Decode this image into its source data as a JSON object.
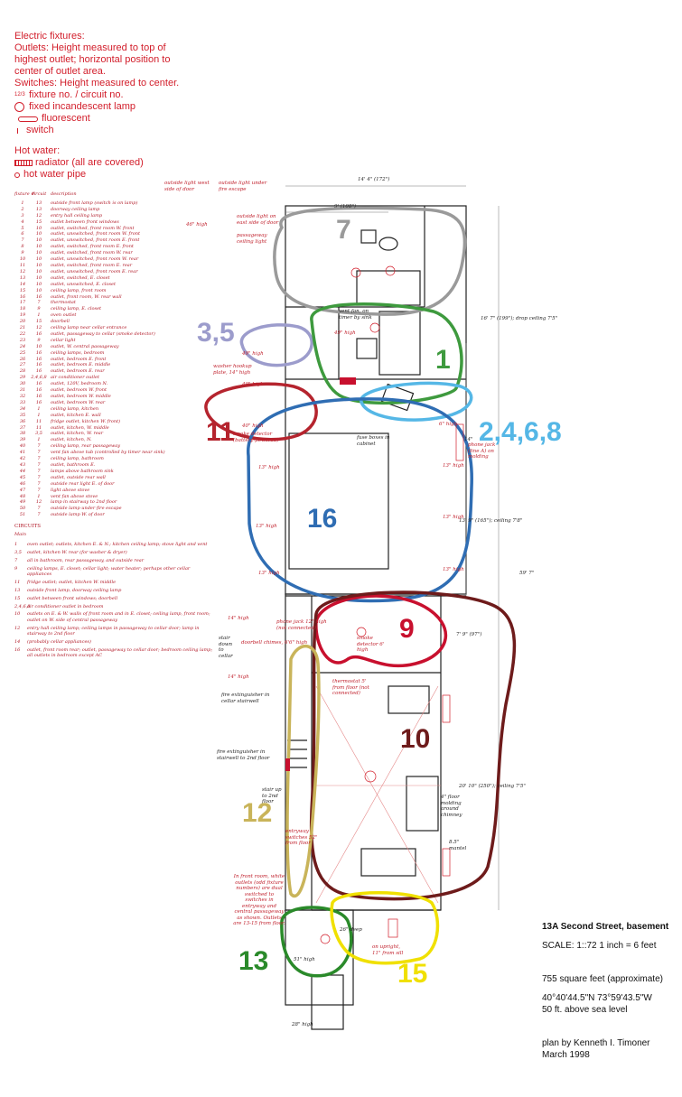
{
  "legend": {
    "electric_title": "Electric fixtures:",
    "outlets_text": [
      "Outlets: Height measured to top of",
      "highest outlet; horizontal position to",
      "center of outlet area."
    ],
    "switches_text": "Switches: Height measured to center.",
    "fixture_symbol_label": "fixture no. / circuit no.",
    "incandescent_label": "fixed incandescent lamp",
    "fluorescent_label": "fluorescent",
    "switch_label": "switch",
    "hot_water_title": "Hot water:",
    "radiator_label": "radiator (all are covered)",
    "hot_water_pipe_label": "hot water pipe",
    "colors": {
      "legend_red": "#d21d2a"
    }
  },
  "fixture_table": {
    "headers": [
      "fixture #",
      "circuit",
      "description"
    ],
    "rows": [
      [
        "1",
        "13",
        "outside front lamp (switch is on lamp)"
      ],
      [
        "2",
        "13",
        "doorway ceiling lamp"
      ],
      [
        "3",
        "12",
        "entry hall ceiling lamp"
      ],
      [
        "4",
        "15",
        "outlet between front windows"
      ],
      [
        "5",
        "10",
        "outlet, switched, front room W. front"
      ],
      [
        "6",
        "10",
        "outlet, unswitched, front room W. front"
      ],
      [
        "7",
        "10",
        "outlet, unswitched, front room E. front"
      ],
      [
        "8",
        "10",
        "outlet, switched, front room E. front"
      ],
      [
        "9",
        "10",
        "outlet, switched, front room W. rear"
      ],
      [
        "10",
        "10",
        "outlet, unswitched, front room W. rear"
      ],
      [
        "11",
        "10",
        "outlet, switched, front room E. rear"
      ],
      [
        "12",
        "10",
        "outlet, unswitched, front room E. rear"
      ],
      [
        "13",
        "10",
        "outlet, switched, E. closet"
      ],
      [
        "14",
        "10",
        "outlet, unswitched, E. closet"
      ],
      [
        "15",
        "10",
        "ceiling lamp, front room"
      ],
      [
        "16",
        "16",
        "outlet, front room, W. rear wall"
      ],
      [
        "17",
        "7",
        "thermostat"
      ],
      [
        "18",
        "9",
        "ceiling lamp, E. closet"
      ],
      [
        "19",
        "1",
        "oven outlet"
      ],
      [
        "20",
        "15",
        "doorbell"
      ],
      [
        "21",
        "12",
        "ceiling lamp near cellar entrance"
      ],
      [
        "22",
        "16",
        "outlet, passageway to cellar (smoke detector)"
      ],
      [
        "23",
        "9",
        "cellar light"
      ],
      [
        "24",
        "10",
        "outlet, W. central passageway"
      ],
      [
        "25",
        "16",
        "ceiling lamps, bedroom"
      ],
      [
        "26",
        "16",
        "outlet, bedroom E. front"
      ],
      [
        "27",
        "16",
        "outlet, bedroom E. middle"
      ],
      [
        "28",
        "16",
        "outlet, bedroom E. rear"
      ],
      [
        "29",
        "2,4,6,8",
        "air conditioner outlet"
      ],
      [
        "30",
        "16",
        "outlet, 120V, bedroom N."
      ],
      [
        "31",
        "16",
        "outlet, bedroom W. front"
      ],
      [
        "32",
        "16",
        "outlet, bedroom W. middle"
      ],
      [
        "33",
        "16",
        "outlet, bedroom W. rear"
      ],
      [
        "34",
        "1",
        "ceiling lamp, kitchen"
      ],
      [
        "35",
        "1",
        "outlet, kitchen E. wall"
      ],
      [
        "36",
        "11",
        "fridge outlet, kitchen W. front)"
      ],
      [
        "37",
        "11",
        "outlet, kitchen, W. middle"
      ],
      [
        "38",
        "3,5",
        "outlet, kitchen, W. rear"
      ],
      [
        "39",
        "1",
        "outlet, kitchen, N."
      ],
      [
        "40",
        "7",
        "ceiling lamp, rear passageway"
      ],
      [
        "41",
        "7",
        "vent fan above tub (controlled by timer near sink)"
      ],
      [
        "42",
        "7",
        "ceiling lamp, bathroom"
      ],
      [
        "43",
        "7",
        "outlet, bathroom E."
      ],
      [
        "44",
        "7",
        "lamps above bathroom sink"
      ],
      [
        "45",
        "7",
        "outlet, outside rear wall"
      ],
      [
        "46",
        "7",
        "outside rear light E. of door"
      ],
      [
        "47",
        "7",
        "light above stove"
      ],
      [
        "48",
        "1",
        "vent fan above stove"
      ],
      [
        "49",
        "12",
        "lamp in stairway to 2nd floor"
      ],
      [
        "50",
        "7",
        "outside lamp under fire escape"
      ],
      [
        "51",
        "7",
        "outside lamp W. of door"
      ]
    ]
  },
  "circuits": {
    "title": "CIRCUITS",
    "subtitle": "Main",
    "rows": [
      [
        "1",
        "oven outlet; outlets, kitchen E. & N.; kitchen ceiling lamp; stove light and vent"
      ],
      [
        "3,5",
        "outlet, kitchen W. rear (for washer & dryer)"
      ],
      [
        "7",
        "all in bathroom, rear passageway, and outside rear"
      ],
      [
        "9",
        "ceiling lamps, E. closet; cellar light; water heater; perhaps other cellar appliances"
      ],
      [
        "11",
        "fridge outlet; outlet, kitchen W. middle"
      ],
      [
        "13",
        "outside front lamp, doorway ceiling lamp"
      ],
      [
        "15",
        "outlet between front windows; doorbell"
      ],
      [
        "2,4,6,8",
        "air conditioner outlet in bedroom"
      ],
      [
        "10",
        "outlets on E. & W. walls of front room and in E. closet; ceiling lamp, front room; outlet on W. side of central passageway"
      ],
      [
        "12",
        "entry hall ceiling lamp; ceiling lamps in passageway to cellar door; lamp in stairway to 2nd floor"
      ],
      [
        "14",
        "(probably cellar appliances)"
      ],
      [
        "16",
        "outlet, front room rear; outlet, passageway to cellar door; bedroom ceiling lamp; all outlets in bedroom except AC"
      ]
    ]
  },
  "plan_annotations": {
    "top_width": "14' 4\" (172\")",
    "bath_width": "9' (108\")",
    "outside_light_west": "outside light west side of door",
    "outside_light_fire": "outside light under fire escape",
    "outside_light_east": "outside light on east side of door",
    "passageway_light": "passageway ceiling light",
    "h46": "46\" high",
    "vent_fan": "vent fan, on timer by sink",
    "h49a": "49\" high",
    "washer_plate": "washer hookup plate, 14\" high",
    "h49b": "49\" high",
    "h40": "40\" high",
    "smoke_detector_battery": "smoke detector (battery-powered)",
    "fuse_box": "fuse boxes in cabinet",
    "h6": "6\" high",
    "dim_14": "14\"",
    "dim_16_7": "16' 7\" (199\"); drop ceiling 7'5\"",
    "phone_jack": "phone jack (line A) on molding",
    "h13a": "13\" high",
    "h13b": "13\" high",
    "h13c": "13\" high",
    "h13d": "13\" high",
    "h13e": "13\" high",
    "h13f": "13\" high",
    "dim_13_9": "13' 9\" (165\"); ceiling 7'8\"",
    "dim_59_7": "59' 7\"",
    "h14a": "14\" high",
    "h14b": "14\" high",
    "phone_jack_2": "phone jack 12\" high (not connected)",
    "stair_down": "stair down to cellar",
    "doorbell_chimes": "doorbell chimes, 6'6\" high",
    "smoke_detector": "smoke detector 6' high",
    "dim_7_9": "7' 9\" (97\")",
    "thermostat": "thermostat 5' from floor (not connected)",
    "fire_ext_cellar": "fire extinguisher in cellar stairwell",
    "fire_ext_stair": "fire extinguisher in stairwell to 2nd floor",
    "stair_up": "stair up to 2nd floor",
    "dim_20_10": "20' 10\" (250\"); ceiling 7'5\"",
    "floor_molding": "4\" floor molding around chimney",
    "mantel": "8.5\" mantel",
    "entryway_switches": "entryway switches 52\" from floor",
    "front_room_note": "In front room, white outlets (odd fixture numbers) are dual switched to switches in entryway and central passageway as shown. Outlets are 13-15 from floor.",
    "h51": "51\" high",
    "d26": "26\" deep",
    "upright": "on upright, 11\" from sill",
    "h28": "28\" high"
  },
  "circuit_labels": {
    "c7": "7",
    "c35": "3,5",
    "c1": "1",
    "c11": "11",
    "c2468": "2,4,6,8",
    "c16": "16",
    "c9": "9",
    "c10": "10",
    "c12": "12",
    "c13": "13",
    "c15": "15"
  },
  "circuit_colors": {
    "gray": "#9a9a9a",
    "lavender": "#9c9ccc",
    "green": "#3e9a3e",
    "darkred": "#b5242e",
    "lightblue": "#55b7e6",
    "blue": "#2f6db3",
    "crimson": "#c8102e",
    "maroon": "#6e1b1b",
    "khaki": "#c9b45a",
    "deepgreen": "#2a8a2a",
    "yellow": "#f0e000"
  },
  "info": {
    "address": "13A Second Street, basement",
    "scale": "SCALE: 1::72  1 inch = 6 feet",
    "area": "755 square feet (approximate)",
    "coords": "40°40'44.5\"N  73°59'43.5\"W",
    "elevation": "50 ft. above sea level",
    "author": "plan by Kenneth I. Timoner",
    "date": "March 1998"
  }
}
